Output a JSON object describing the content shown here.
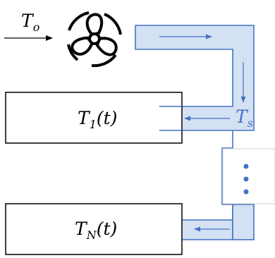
{
  "diagram": {
    "outside_temp": {
      "symbol": "T",
      "subscript": "o"
    },
    "supply_temp": {
      "symbol": "T",
      "subscript": "s"
    },
    "rooms": [
      {
        "symbol": "T",
        "subscript": "1",
        "arg": "(t)"
      },
      {
        "symbol": "T",
        "subscript": "N",
        "arg": "(t)"
      }
    ],
    "colors": {
      "duct_fill": "#d3e1f2",
      "duct_stroke": "#4472c4",
      "text": "#000000",
      "supply_label": "#4472c4"
    },
    "icons": {
      "fan": "fan-icon",
      "ellipsis": "vertical-ellipsis-icon"
    }
  }
}
